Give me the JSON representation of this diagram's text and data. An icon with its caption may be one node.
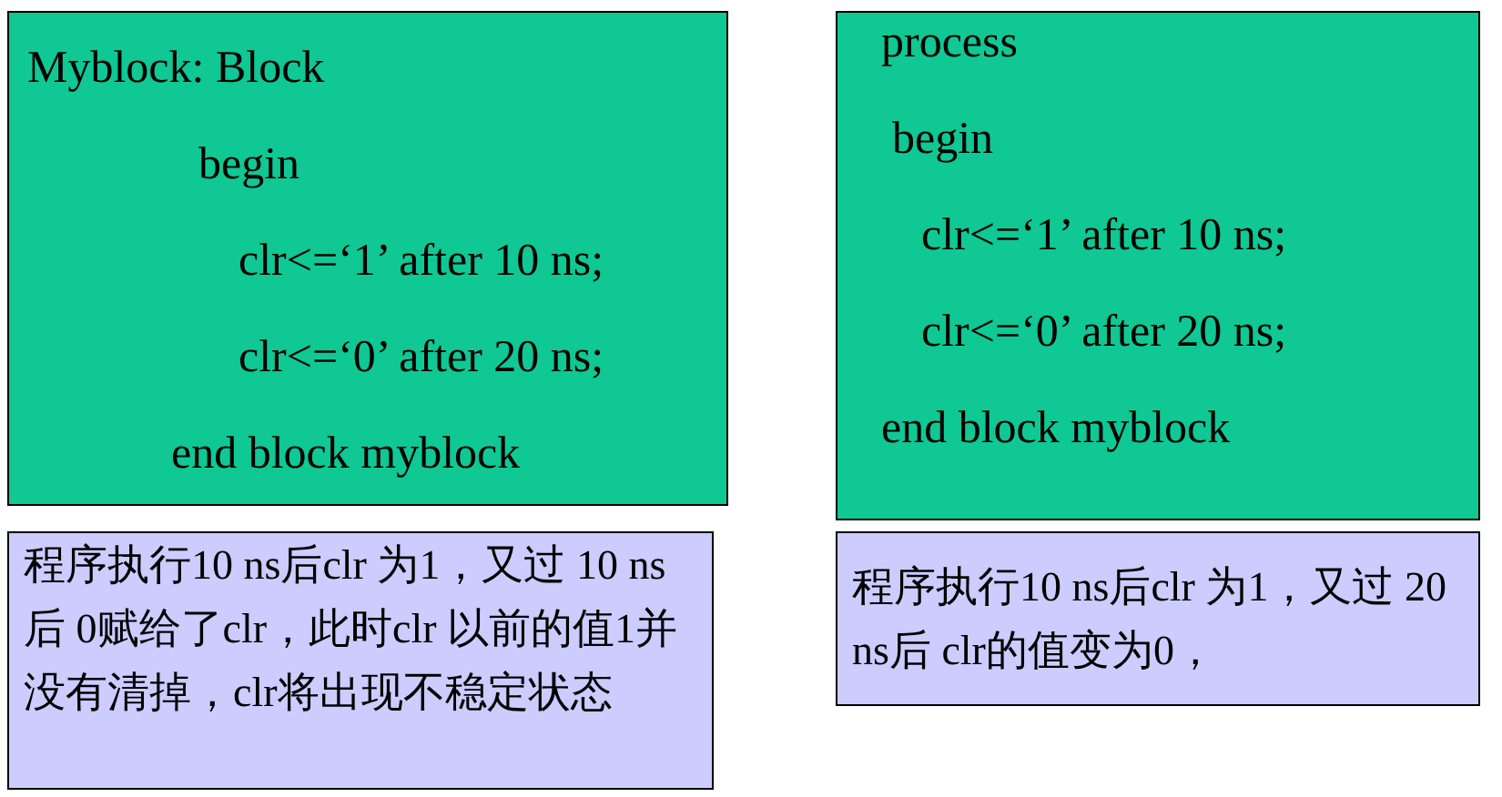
{
  "diagram": {
    "nodes": [
      {
        "text": [
          "Myblock: Block",
          "begin",
          "clr<=‘1’ after 10 ns;",
          "clr<=‘0’ after 20 ns;",
          "end block myblock"
        ]
      },
      {
        "text": [
          "process",
          "begin",
          "clr<=‘1’ after 10 ns;",
          "clr<=‘0’ after 20 ns;",
          "end block myblock"
        ]
      },
      {
        "text": [
          "程序执行10 ns后clr 为1，又过 10 ns后 0赋给了clr，此时clr 以前的值1并没有清掉，clr将出现不稳定状态"
        ]
      },
      {
        "text": [
          "程序执行10 ns后clr 为1，又过 20 ns后 clr的值变为0，"
        ]
      }
    ]
  }
}
